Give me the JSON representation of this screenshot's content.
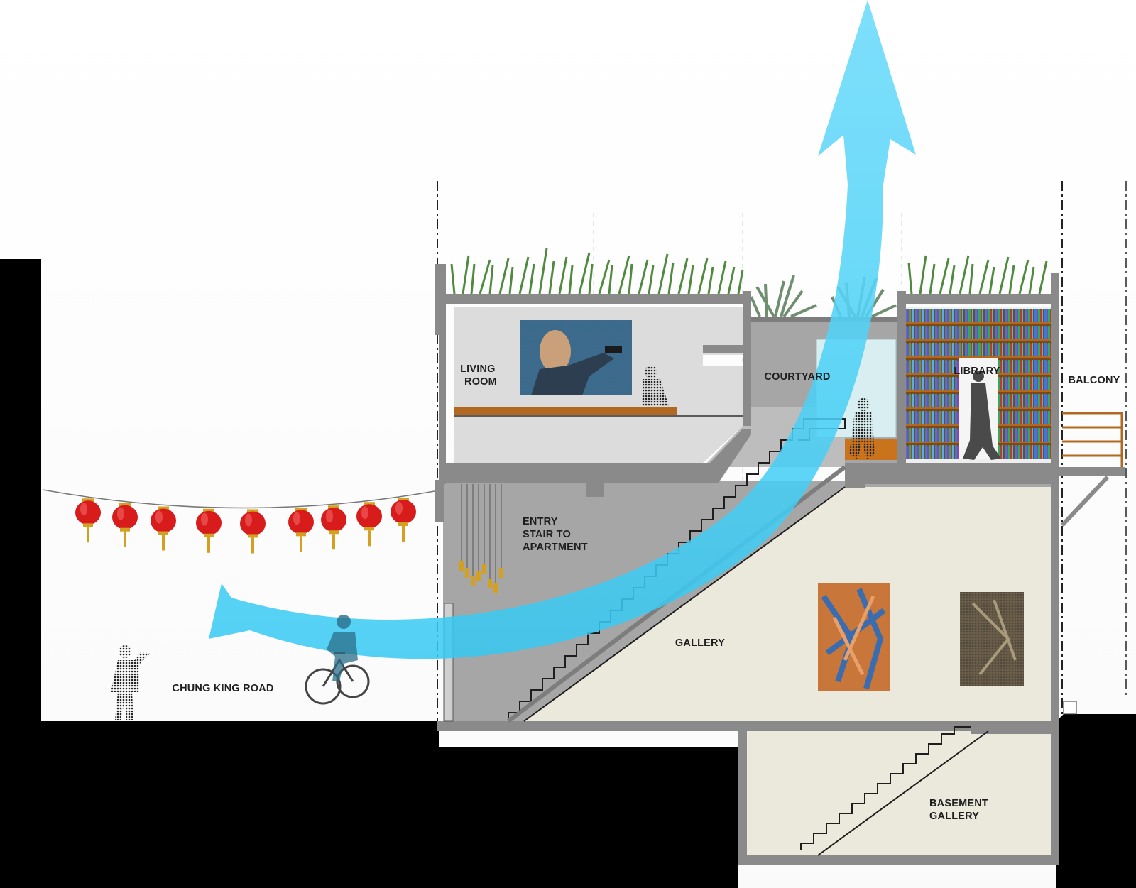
{
  "labels": {
    "living_room": [
      "LIVING",
      "ROOM"
    ],
    "courtyard": "COURTYARD",
    "library": "LIBRARY",
    "balcony": "BALCONY",
    "entry_stair": [
      "ENTRY",
      "STAIR TO",
      "APARTMENT"
    ],
    "gallery": "GALLERY",
    "basement_gallery": [
      "BASEMENT",
      "GALLERY"
    ],
    "street": "CHUNG KING ROAD"
  },
  "colors": {
    "wall": "#8a8a8a",
    "wall_dark": "#6e6e6e",
    "living_fill": "#dcdcdc",
    "circulation_fill": "#a3a3a3",
    "gallery_fill": "#ebe8dc",
    "ground": "#000000",
    "airflow": "#4fd2f7",
    "wood": "#b26820",
    "lantern": "#d81c1c",
    "tassel": "#d4a021",
    "planting": "#4f8a3f"
  },
  "icons": [
    "airflow-arrow-icon",
    "lantern-icon",
    "bookshelf-icon",
    "plant-icon"
  ]
}
